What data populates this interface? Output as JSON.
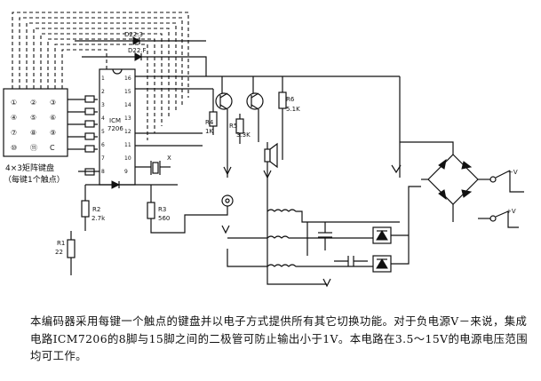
{
  "diagram": {
    "chip": {
      "name": "ICM7206",
      "label_top": "ICM",
      "label_bottom": "7206",
      "pins_left": [
        "1",
        "2",
        "3",
        "4",
        "5",
        "6",
        "7",
        "8"
      ],
      "pins_right": [
        "16",
        "15",
        "14",
        "13",
        "12",
        "11",
        "10",
        "9"
      ]
    },
    "keypad": {
      "keys": [
        "①",
        "②",
        "③",
        "④",
        "⑤",
        "⑥",
        "⑦",
        "⑧",
        "⑨",
        "⑩",
        "⑪",
        "C"
      ],
      "caption_line1": "4×3矩阵键盘",
      "caption_line2": "（每键1个触点）"
    },
    "diodes": {
      "d1": "D22.3",
      "d2": "D22.F"
    },
    "components": {
      "r4_name": "R4",
      "r4_value": "1K",
      "r5_name": "R5",
      "r5_value": "3.3K",
      "r6_name": "R6",
      "r6_value": "5.1K",
      "r2_name": "R2",
      "r2_value": "2.7k",
      "r3_name": "R3",
      "r3_value": "560",
      "r1_name": "R1",
      "r1_value": "22",
      "xtal_label": "X"
    },
    "line_labels": {
      "minus_v": "−V",
      "plus_v": "+V"
    }
  },
  "caption": "本编码器采用每键一个触点的键盘并以电子方式提供所有其它切换功能。对于负电源V－来说，集成电路ICM7206的8脚与15脚之间的二极管可防止输出小于1V。本电路在3.5～15V的电源电压范围均可工作。"
}
